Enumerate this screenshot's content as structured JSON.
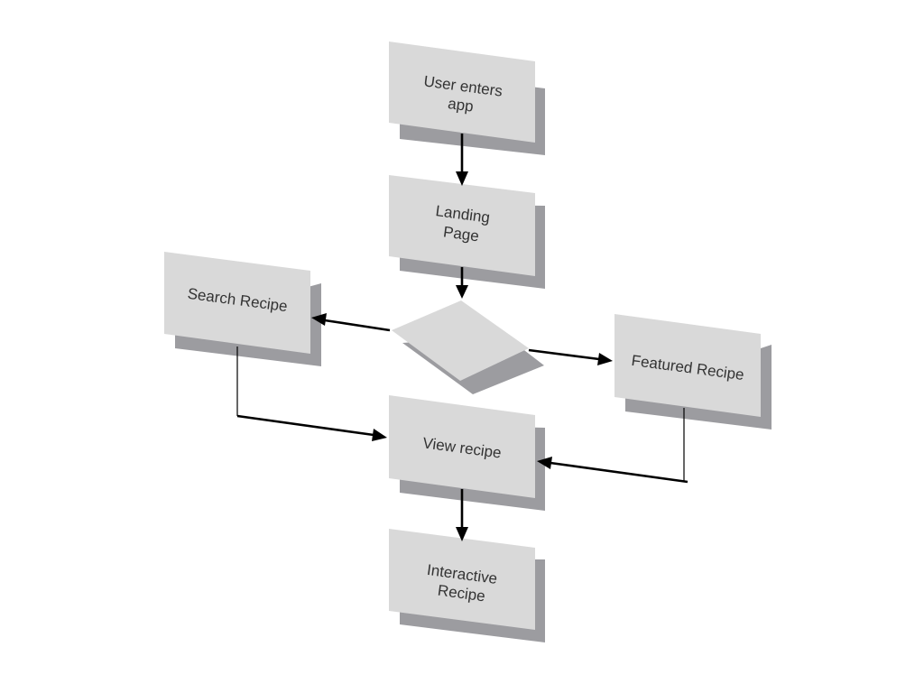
{
  "diagram": {
    "nodes": {
      "user_enters_app": {
        "line1": "User enters",
        "line2": "app"
      },
      "landing_page": {
        "line1": "Landing",
        "line2": "Page"
      },
      "search_recipe": {
        "label": "Search Recipe"
      },
      "decision": {
        "label": ""
      },
      "featured_recipe": {
        "label": "Featured Recipe"
      },
      "view_recipe": {
        "label": "View recipe"
      },
      "interactive_recipe": {
        "line1": "Interactive",
        "line2": "Recipe"
      }
    }
  },
  "colors": {
    "node_face": "#d9d9d9",
    "node_shadow": "#9c9ca0",
    "edge": "#000000",
    "label_text": "#333333"
  }
}
